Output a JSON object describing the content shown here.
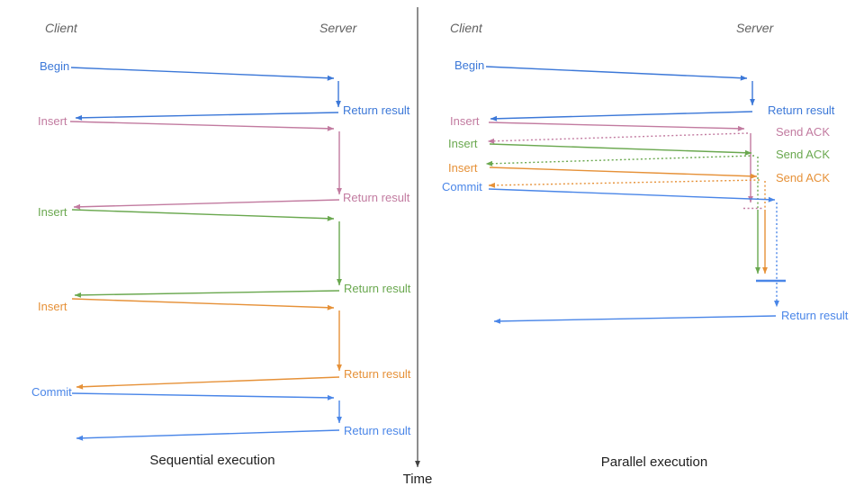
{
  "colors": {
    "blue": "#3c78d8",
    "magenta": "#c27ba0",
    "green": "#6aa84f",
    "orange": "#e69138",
    "cornflower": "#4a86e8",
    "axis": "#424242",
    "header": "#616161",
    "title": "#1f1f1f"
  },
  "time_axis": {
    "label": "Time"
  },
  "panels": [
    {
      "title": "Sequential execution",
      "client_label": "Client",
      "server_label": "Server",
      "messages": [
        {
          "request": "Begin",
          "response": "Return result",
          "color": "blue"
        },
        {
          "request": "Insert",
          "response": "Return result",
          "color": "magenta"
        },
        {
          "request": "Insert",
          "response": "Return result",
          "color": "green"
        },
        {
          "request": "Insert",
          "response": "Return result",
          "color": "orange"
        },
        {
          "request": "Commit",
          "response": "Return result",
          "color": "cornflower"
        }
      ]
    },
    {
      "title": "Parallel execution",
      "client_label": "Client",
      "server_label": "Server",
      "messages": [
        {
          "request": "Begin",
          "response": "Return result",
          "color": "blue"
        },
        {
          "request": "Insert",
          "response": "Send ACK",
          "color": "magenta"
        },
        {
          "request": "Insert",
          "response": "Send ACK",
          "color": "green"
        },
        {
          "request": "Insert",
          "response": "Send ACK",
          "color": "orange"
        },
        {
          "request": "Commit",
          "response": "Return result",
          "color": "cornflower"
        }
      ]
    }
  ]
}
